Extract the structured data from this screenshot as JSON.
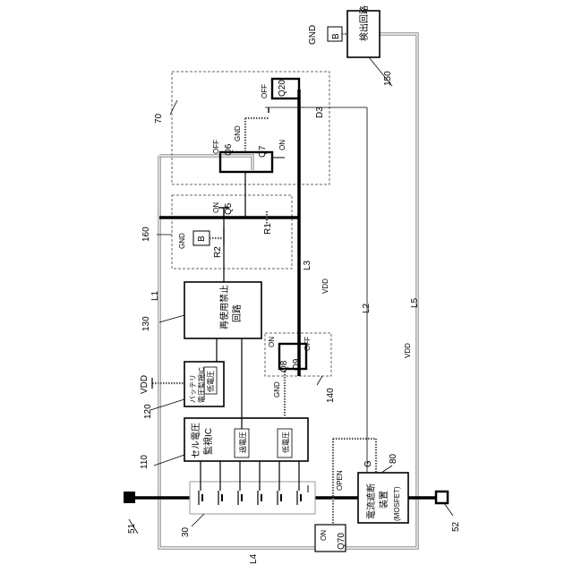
{
  "labels": {
    "detect_circuit": "検出回路",
    "detect_ref": "150",
    "gnd_b_top": "GND",
    "b_top": "B",
    "ref_70": "70",
    "off_q20": "OFF",
    "q20": "Q20",
    "d3": "D3",
    "gnd_mid": "GND",
    "off_q6": "OFF",
    "q6": "Q6",
    "q7": "Q7",
    "on_q7": "ON",
    "on_q5": "ON",
    "q5": "Q5",
    "r1": "R1",
    "ref_160": "160",
    "gnd_b_mid": "GND",
    "b_mid": "B",
    "r2": "R2",
    "l3": "L3",
    "vdd_l3": "VDD",
    "l1": "L1",
    "ref_130": "130",
    "reuse_block_line1": "再使用禁止",
    "reuse_block_line2": "回路",
    "l2": "L2",
    "l5": "L5",
    "on_q8": "ON",
    "off_q9": "OFF",
    "q8": "Q8",
    "q9": "Q9",
    "vdd_120": "VDD",
    "battery_ic_line1": "バッテリ",
    "battery_ic_line2": "電圧監視IC",
    "low_voltage_120": "低電圧",
    "ref_120": "120",
    "ref_140": "140",
    "gnd_140": "GND",
    "vdd_right": "VDD",
    "cell_ic_line1": "セル電圧",
    "cell_ic_line2": "監視IC",
    "over_voltage": "過電圧",
    "low_voltage_110": "低電圧",
    "ref_110": "110",
    "ref_80": "80",
    "g": "G",
    "open": "OPEN",
    "breaker_line1": "電流遮断",
    "breaker_line2": "装置",
    "breaker_line3": "(MOSFET)",
    "ref_51": "51",
    "ref_52": "52",
    "ref_30": "30",
    "on_q70": "ON",
    "q70": "Q70",
    "l4": "L4"
  },
  "colors": {
    "line": "#000000",
    "bus_gray": "#777777",
    "dashed": "#666666"
  }
}
